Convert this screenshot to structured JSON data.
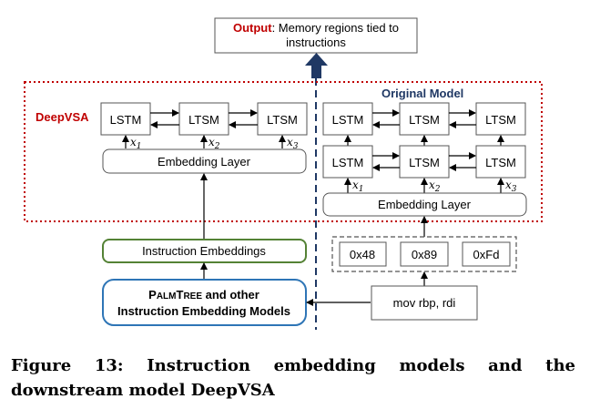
{
  "output": {
    "label": "Output",
    "text_line1": ": Memory regions tied to",
    "text_line2": "instructions"
  },
  "deepvsa": {
    "title": "DeepVSA",
    "cells": [
      "LSTM",
      "LTSM",
      "LTSM"
    ],
    "inputs": [
      {
        "sym": "x",
        "sub": "1"
      },
      {
        "sym": "x",
        "sub": "2"
      },
      {
        "sym": "x",
        "sub": "3"
      }
    ],
    "embedding_layer": "Embedding Layer"
  },
  "original_model": {
    "title": "Original Model",
    "top_cells": [
      "LSTM",
      "LTSM",
      "LTSM"
    ],
    "bottom_cells": [
      "LSTM",
      "LTSM",
      "LTSM"
    ],
    "inputs": [
      {
        "sym": "x",
        "sub": "1"
      },
      {
        "sym": "x",
        "sub": "2"
      },
      {
        "sym": "x",
        "sub": "3"
      }
    ],
    "embedding_layer": "Embedding Layer"
  },
  "instruction_embeddings": "Instruction Embeddings",
  "palmtree": {
    "line1_small_caps_P": "P",
    "line1_small_caps_rest": "ALM",
    "line1_T": "T",
    "line1_rest_caps": "REE",
    "line1_suffix": " and other",
    "line2": "Instruction Embedding Models"
  },
  "bytes": [
    "0x48",
    "0x89",
    "0xFd"
  ],
  "instruction": "mov rbp, rdi",
  "caption": "Figure 13: Instruction embedding models and the downstream model DeepVSA",
  "colors": {
    "red": "#c00000",
    "navy": "#1f3864",
    "green": "#548235",
    "blue": "#2e75b6"
  }
}
